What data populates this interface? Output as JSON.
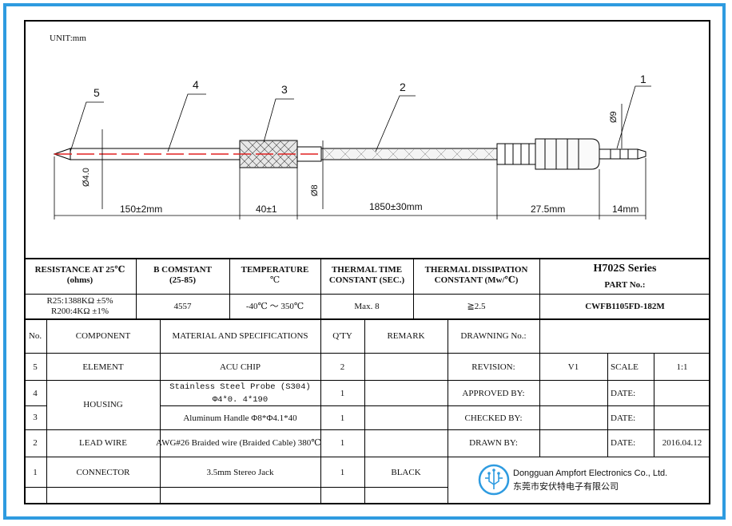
{
  "drawing": {
    "unit": "UNIT:mm",
    "callouts": [
      "5",
      "4",
      "3",
      "2",
      "1"
    ],
    "dims": {
      "probe_dia": "Ø4.0",
      "handle_dia": "Ø8",
      "plug_dia": "Ø9",
      "probe_len": "150±2mm",
      "handle_len": "40±1",
      "cable_len": "1850±30mm",
      "plug_len": "27.5mm",
      "tip_len": "14mm"
    }
  },
  "specs": {
    "headers": [
      {
        "l1": "RESISTANCE AT 25℃",
        "l2": "(ohms)"
      },
      {
        "l1": "B  COMSTANT",
        "l2": "(25-85)"
      },
      {
        "l1": "TEMPERATURE",
        "l2": "℃"
      },
      {
        "l1": "THERMAL TIME",
        "l2": "CONSTANT (SEC.)"
      },
      {
        "l1": "THERMAL DISSIPATION",
        "l2": "CONSTANT  (Mw/℃)"
      }
    ],
    "values": {
      "resistance_1": "R25:1388KΩ ±5%",
      "resistance_2": "R200:4KΩ ±1%",
      "b_constant": "4557",
      "temperature": "-40℃ ～ 350℃",
      "thermal_time": "Max. 8",
      "dissipation": "≧2.5"
    },
    "series": "H702S Series",
    "part_label": "PART No.:",
    "part_no": "CWFB1105FD-182M"
  },
  "bom": {
    "headers": {
      "no": "No.",
      "component": "COMPONENT",
      "material": "MATERIAL AND SPECIFICATIONS",
      "qty": "Q'TY",
      "remark": "REMARK"
    },
    "rows": {
      "r5": {
        "no": "5",
        "component": "ELEMENT",
        "material": "ACU CHIP",
        "qty": "2",
        "remark": ""
      },
      "r4": {
        "no": "4",
        "material_1": "Stainless Steel Probe (S304)",
        "material_2": "Φ4*0. 4*190",
        "qty": "1",
        "remark": ""
      },
      "housing": "HOUSING",
      "r3": {
        "no": "3",
        "material": "Aluminum Handle  Φ8*Φ4.1*40",
        "qty": "1",
        "remark": ""
      },
      "r2": {
        "no": "2",
        "component": "LEAD WIRE",
        "material": "AWG#26 Braided wire (Braided Cable) 380℃",
        "qty": "1",
        "remark": ""
      },
      "r1": {
        "no": "1",
        "component": "CONNECTOR",
        "material": "3.5mm Stereo Jack",
        "qty": "1",
        "remark": "BLACK"
      }
    }
  },
  "titleblock": {
    "drawing_no_label": "DRAWNING No.:",
    "revision_label": "REVISION:",
    "revision": "V1",
    "scale_label": "SCALE",
    "scale": "1:1",
    "approved_label": "APPROVED BY:",
    "checked_label": "CHECKED BY:",
    "drawn_label": "DRAWN BY:",
    "date_label": "DATE:",
    "date": "2016.04.12",
    "company_en": "Dongguan Ampfort Electronics Co., Ltd.",
    "company_cn": "东莞市安伏特电子有限公司"
  },
  "colors": {
    "frame": "#2e9be0",
    "ink": "#111111",
    "axis": "#e02020",
    "watermark": "#1e8cdc"
  }
}
